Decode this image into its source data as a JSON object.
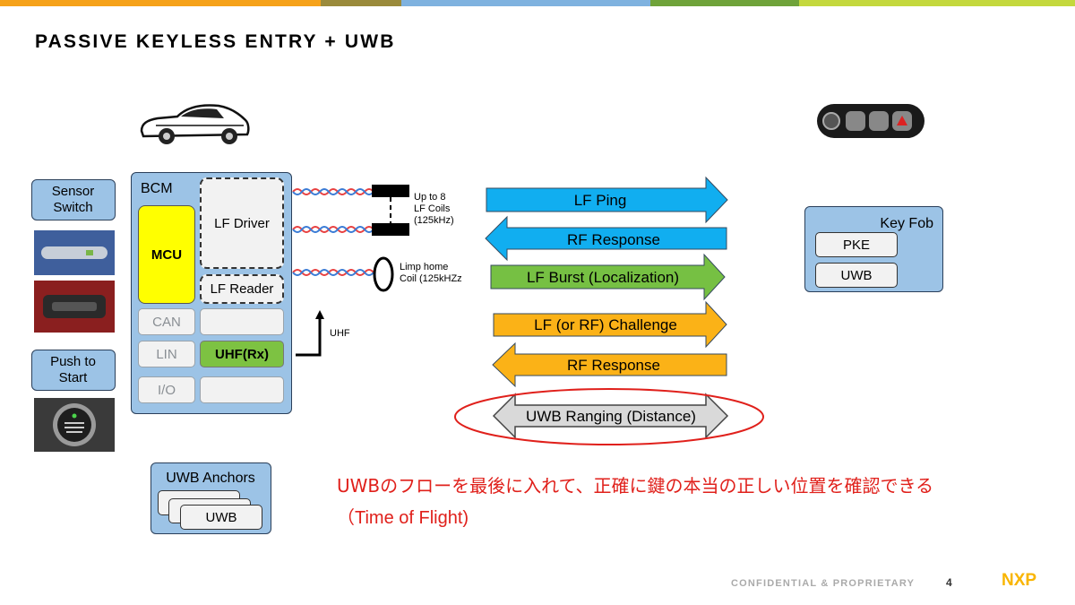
{
  "slide": {
    "title": "PASSIVE KEYLESS ENTRY + UWB",
    "page_number": "4",
    "footer_confidential": "CONFIDENTIAL & PROPRIETARY",
    "logo_text": "NXP",
    "top_bar_colors": [
      "#f6a21a",
      "#9a8a3b",
      "#7fb2df",
      "#6fa33a",
      "#c4d83d"
    ]
  },
  "inputs": {
    "sensor_switch": "Sensor\nSwitch",
    "push_to_start": "Push to\nStart"
  },
  "bcm": {
    "label": "BCM",
    "mcu": "MCU",
    "lf_driver": "LF Driver",
    "lf_reader": "LF Reader",
    "can": "CAN",
    "lin": "LIN",
    "io": "I/O",
    "uhf_rx": "UHF(Rx)"
  },
  "antenna": {
    "coils_note": "Up to 8\nLF Coils\n(125kHz)",
    "limp_home_note": "Limp home\nCoil (125kHZz",
    "uhf_label": "UHF"
  },
  "anchors": {
    "label": "UWB Anchors",
    "item": "UWB"
  },
  "key_fob": {
    "label": "Key Fob",
    "pke": "PKE",
    "uwb": "UWB"
  },
  "messages": [
    {
      "label": "LF Ping",
      "direction": "right",
      "color": "#11aef0"
    },
    {
      "label": "RF Response",
      "direction": "left",
      "color": "#11aef0"
    },
    {
      "label": "LF Burst (Localization)",
      "direction": "right",
      "color": "#76c043"
    },
    {
      "label": "LF (or RF) Challenge",
      "direction": "right",
      "color": "#fbb217"
    },
    {
      "label": "RF Response",
      "direction": "left",
      "color": "#fbb217"
    },
    {
      "label": "UWB Ranging (Distance)",
      "direction": "both",
      "color": "#d9d9d9"
    }
  ],
  "note": {
    "line1": "UWBのフローを最後に入れて、正確に鍵の本当の正しい位置を確認できる",
    "line2": "（Time of Flight)"
  }
}
